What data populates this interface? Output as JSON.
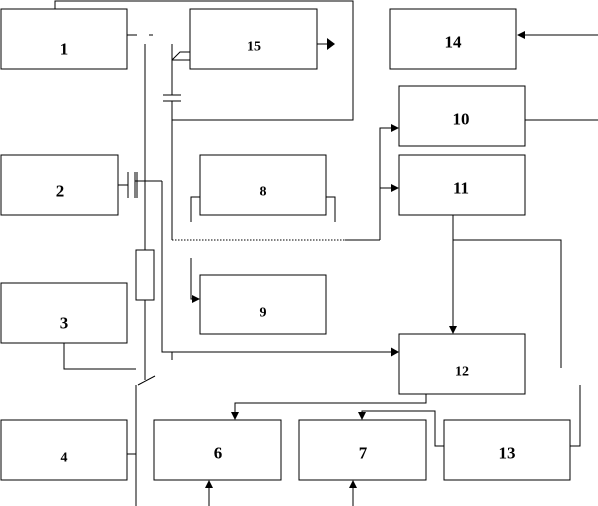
{
  "blocks": [
    {
      "id": "1",
      "label": "1"
    },
    {
      "id": "2",
      "label": "2"
    },
    {
      "id": "3",
      "label": "3"
    },
    {
      "id": "4",
      "label": "4"
    },
    {
      "id": "6",
      "label": "6"
    },
    {
      "id": "7",
      "label": "7"
    },
    {
      "id": "8",
      "label": "8"
    },
    {
      "id": "9",
      "label": "9"
    },
    {
      "id": "10",
      "label": "10"
    },
    {
      "id": "11",
      "label": "11"
    },
    {
      "id": "12",
      "label": "12"
    },
    {
      "id": "13",
      "label": "13"
    },
    {
      "id": "14",
      "label": "14"
    },
    {
      "id": "15",
      "label": "15"
    }
  ],
  "colors": {
    "stroke": "#000000",
    "background": "#ffffff"
  }
}
